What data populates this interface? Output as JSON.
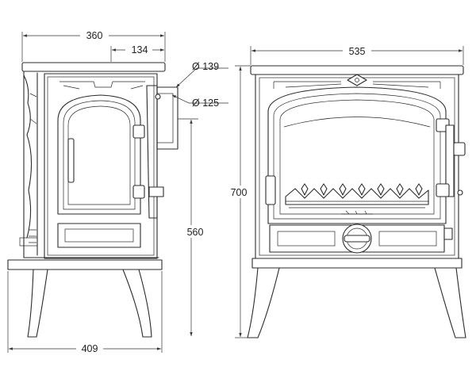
{
  "dimensions": {
    "side_total_depth": "360",
    "side_flue_offset": "134",
    "flue_outer_diameter": "Ø 139",
    "flue_inner_diameter": "Ø 125",
    "flue_outlet_height": "560",
    "leg_span_depth": "409",
    "front_width": "535",
    "total_height": "700"
  }
}
